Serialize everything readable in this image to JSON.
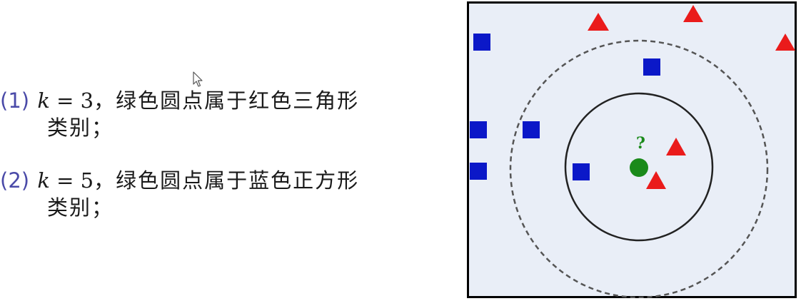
{
  "list": [
    {
      "number": "(1)",
      "k_var": "k",
      "k_expr": " = 3",
      "text_line1": "，绿色圆点属于红色三角形",
      "text_line2": "类别；"
    },
    {
      "number": "(2)",
      "k_var": "k",
      "k_expr": " = 5",
      "text_line1": "，绿色圆点属于蓝色正方形",
      "text_line2": "类别；"
    }
  ],
  "figure": {
    "query_label": "?",
    "colors": {
      "background": "#e9eef7",
      "frame": "#000000",
      "square": "#0b18c8",
      "triangle": "#ea1b1b",
      "query_point": "#1a8a1a",
      "query_label": "#1a8a1a",
      "inner_circle": "#222222",
      "outer_circle": "#555555"
    },
    "icons": {
      "cursor": "arrow-cursor-icon",
      "square": "blue-square-icon",
      "triangle": "red-triangle-icon",
      "query": "green-circle-icon"
    }
  }
}
